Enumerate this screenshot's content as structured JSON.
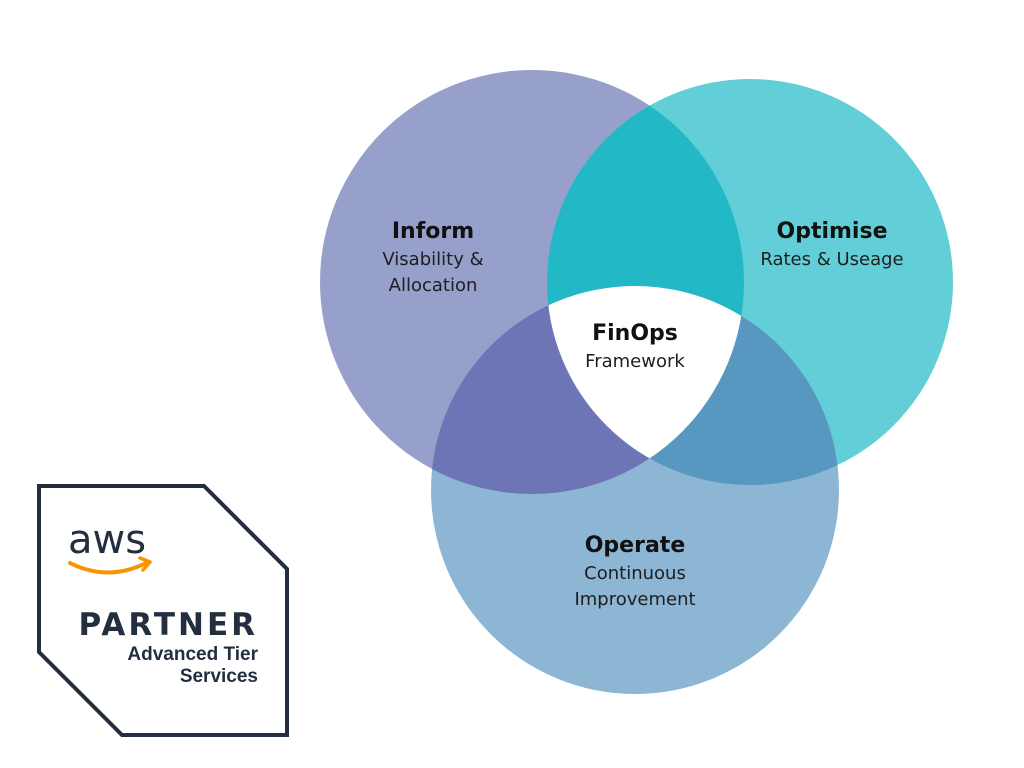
{
  "diagram": {
    "circles": [
      {
        "key": "inform",
        "title": "Inform",
        "lines": [
          "Visability &",
          "Allocation"
        ],
        "color": "#979fcb"
      },
      {
        "key": "optimise",
        "title": "Optimise",
        "lines": [
          "Rates & Useage"
        ],
        "color": "#62cfd8"
      },
      {
        "key": "operate",
        "title": "Operate",
        "lines": [
          "Continuous",
          "Improvement"
        ],
        "color": "#8db6d5"
      }
    ],
    "overlaps": {
      "inform_optimise": "#23b8c6",
      "inform_operate": "#6d75b6",
      "optimise_operate": "#5897c0"
    },
    "center": {
      "title": "FinOps",
      "subtitle": "Framework",
      "color": "#ffffff"
    }
  },
  "badge": {
    "logo_text": "aws",
    "partner_label": "PARTNER",
    "tier_line1": "Advanced Tier",
    "tier_line2": "Services",
    "border_color": "#232f3e",
    "smile_color": "#f79400"
  }
}
